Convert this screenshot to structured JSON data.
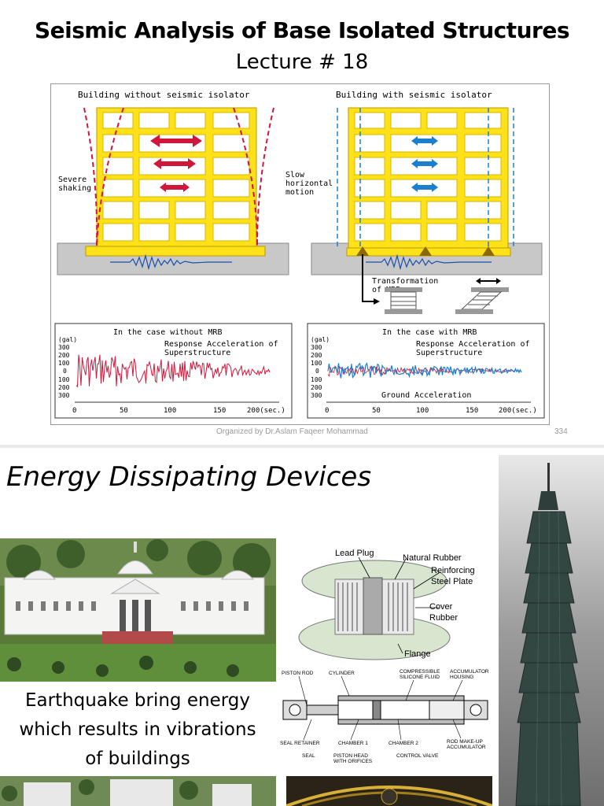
{
  "slide1": {
    "title": "Seismic Analysis of Base Isolated Structures",
    "subtitle": "Lecture # 18",
    "figure": {
      "left_panel_title": "Building without seismic isolator",
      "right_panel_title": "Building with seismic isolator",
      "left_annotation_line1": "Severe",
      "left_annotation_line2": "shaking",
      "right_annotation_line1": "Slow",
      "right_annotation_line2": "horizontal",
      "right_annotation_line3": "motion",
      "transform_line1": "Transformation",
      "transform_line2": "of MRB",
      "left_graph_title": "In the case without MRB",
      "right_graph_title": "In the case with MRB",
      "y_unit": "(gal)",
      "y_ticks": [
        "300",
        "200",
        "100",
        "0",
        "100",
        "200",
        "300"
      ],
      "x_ticks": [
        "0",
        "50",
        "100",
        "150",
        "200(sec.)"
      ],
      "response_label_line1": "Response Acceleration of",
      "response_label_line2": "Superstructure",
      "ground_label": "Ground Acceleration",
      "colors": {
        "frame": "#ffe11a",
        "ground": "#c8c8c8",
        "red": "#d0173a",
        "blue": "#1a7fd0"
      }
    },
    "footer_text": "Organized by Dr.Aslam Faqeer Mohammad",
    "page_number": "334"
  },
  "slide2": {
    "title": "Energy Dissipating Devices",
    "caption": "Earthquake bring energy which results in vibrations of buildings",
    "bearing_labels": {
      "lead_plug": "Lead Plug",
      "natural_rubber": "Natural Rubber",
      "reinforcing_line1": "Reinforcing",
      "reinforcing_line2": "Steel Plate",
      "cover_line1": "Cover",
      "cover_line2": "Rubber",
      "flange": "Flange"
    },
    "damper_labels": {
      "piston_rod": "PISTON ROD",
      "cylinder": "CYLINDER",
      "compressible_line1": "COMPRESSIBLE",
      "compressible_line2": "SILICONE FLUID",
      "accumulator_line1": "ACCUMULATOR",
      "accumulator_line2": "HOUSING",
      "seal_retainer": "SEAL RETAINER",
      "chamber1": "CHAMBER 1",
      "chamber2": "CHAMBER 2",
      "rod_makeup_line1": "ROD MAKE-UP",
      "rod_makeup_line2": "ACCUMULATOR",
      "seal": "SEAL",
      "piston_head_line1": "PISTON HEAD",
      "piston_head_line2": "WITH ORIFICES",
      "control_valve": "CONTROL VALVE"
    }
  }
}
